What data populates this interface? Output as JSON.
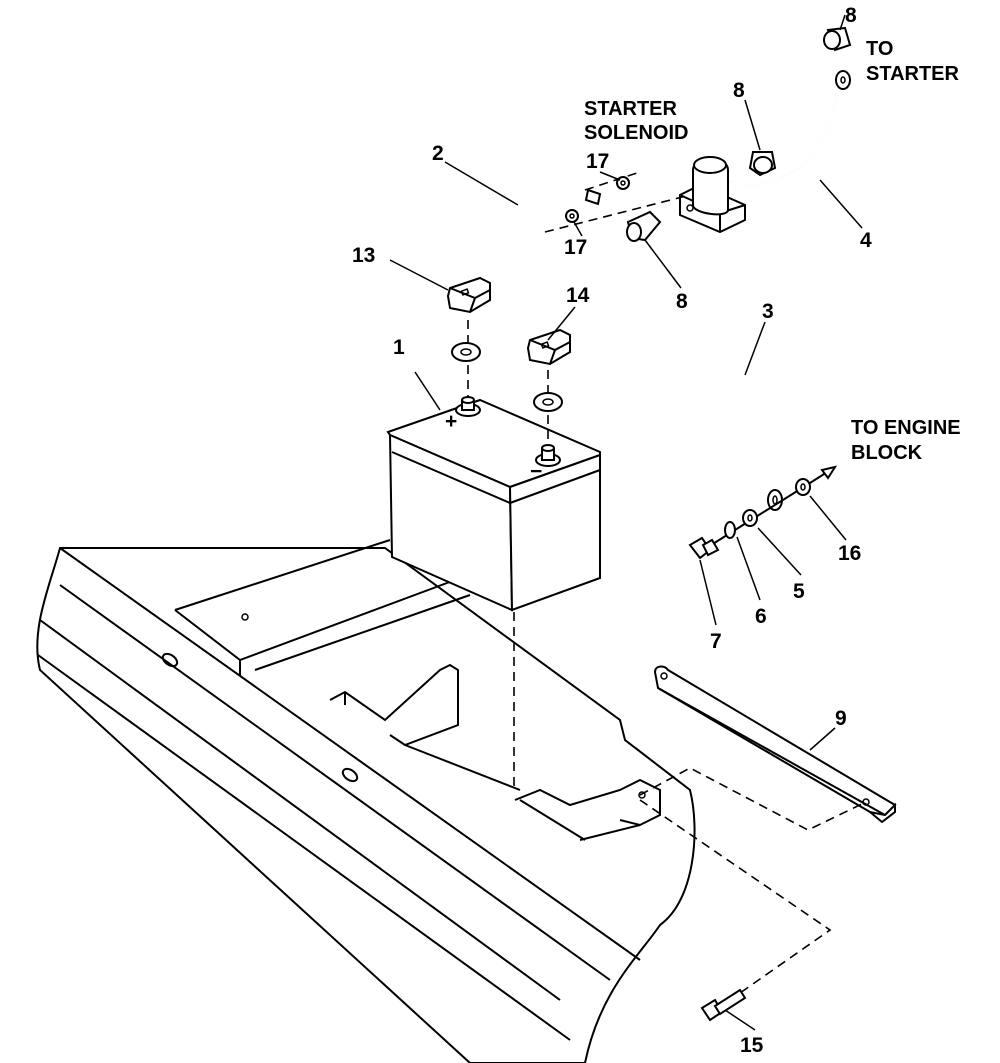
{
  "callouts": {
    "c1": "1",
    "c2": "2",
    "c3": "3",
    "c4": "4",
    "c5": "5",
    "c6": "6",
    "c7": "7",
    "c8a": "8",
    "c8b": "8",
    "c8c": "8",
    "c9": "9",
    "c13": "13",
    "c14": "14",
    "c15": "15",
    "c16": "16",
    "c17a": "17",
    "c17b": "17"
  },
  "notes": {
    "to_starter_1": "TO",
    "to_starter_2": "STARTER",
    "solenoid_1": "STARTER",
    "solenoid_2": "SOLENOID",
    "engine_1": "TO ENGINE",
    "engine_2": "BLOCK"
  },
  "battery": {
    "positive": "+",
    "negative": "−"
  }
}
